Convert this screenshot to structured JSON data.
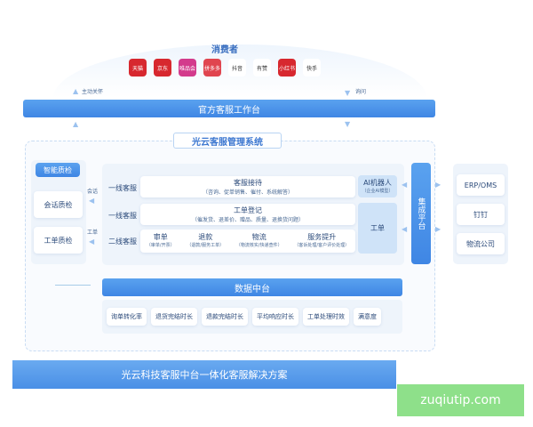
{
  "consumers": {
    "title": "消费者",
    "apps": [
      {
        "name": "天猫",
        "color": "#d7282f"
      },
      {
        "name": "京东",
        "color": "#d7282f"
      },
      {
        "name": "唯品会",
        "color": "#d33b8c"
      },
      {
        "name": "拼多多",
        "color": "#e0454f"
      },
      {
        "name": "抖音",
        "color": "#ffffff"
      },
      {
        "name": "有赞",
        "color": "#ffffff"
      },
      {
        "name": "小红书",
        "color": "#d7282f"
      },
      {
        "name": "快手",
        "color": "#ffffff"
      }
    ]
  },
  "arrows": {
    "care": "主动关怀",
    "inquiry": "询问",
    "session": "会话",
    "ticket": "工单"
  },
  "workbench": "官方客服工作台",
  "system": {
    "title": "光云客服管理系统"
  },
  "qc": {
    "title": "智能质检",
    "items": [
      "会话质检",
      "工单质检"
    ]
  },
  "rows": [
    {
      "label": "一线客服",
      "title": "客服接待",
      "desc": "（咨询、促单销售、催付、系统解答）"
    },
    {
      "label": "一线客服",
      "title": "工单登记",
      "desc": "（催发货、退差价、赠品、质量、退换货问题）"
    },
    {
      "label": "二线客服",
      "items": [
        {
          "title": "审单",
          "desc": "（审单/开票）"
        },
        {
          "title": "退款",
          "desc": "（退款/服务工单）"
        },
        {
          "title": "物流",
          "desc": "（物流核实/快递查件）"
        },
        {
          "title": "服务提升",
          "desc": "（客诉处理/客户评价处理）"
        }
      ]
    }
  ],
  "ai": {
    "title": "AI机器人",
    "desc": "（企业AI模型）"
  },
  "ticket_box": "工单",
  "integration": "集成平台",
  "external": [
    "ERP/OMS",
    "钉钉",
    "物流公司"
  ],
  "data_center": {
    "title": "数据中台",
    "metrics": [
      "询单转化率",
      "退货完结时长",
      "退款完结时长",
      "平均响应时长",
      "工单处理时效",
      "满意度"
    ]
  },
  "banner": "光云科技客服中台一体化客服解决方案",
  "watermark": "zuqiutip.com"
}
